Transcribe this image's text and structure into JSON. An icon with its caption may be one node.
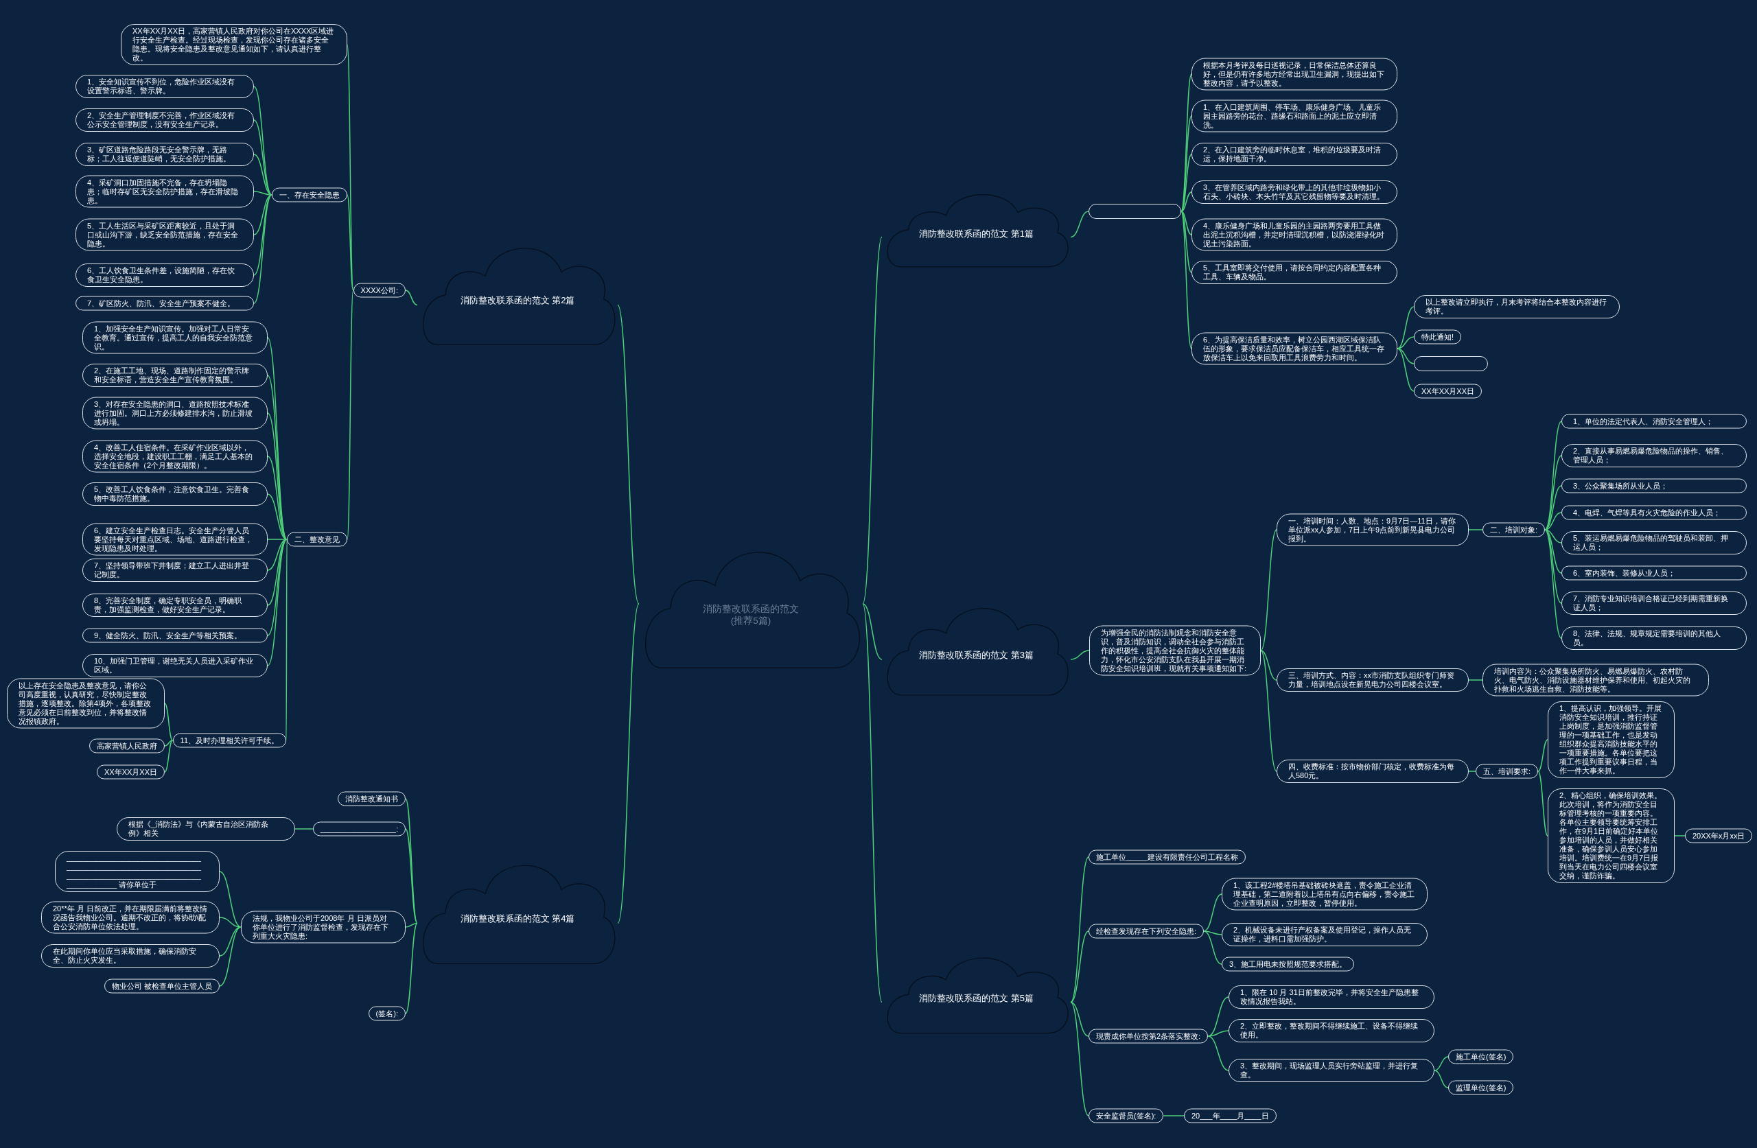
{
  "diagram": {
    "nodes": [
      {
        "text": [
          "消防整改联系函的范文(推荐5篇)"
        ]
      },
      {
        "text": [
          "消防整改联系函的范文 第1篇"
        ]
      },
      {
        "text": [],
        "shape": "box"
      },
      {
        "text": [
          "根据本月考评及每日巡视记录，日常保洁总体还算良好，但是仍有许多地方经常出现卫生漏洞，现提出如下整改内容，请予以整改。"
        ]
      },
      {
        "text": [
          "1、在入口建筑周围、停车场、康乐健身广场、儿童乐园主园路旁的花台、路缘石和路面上的泥土应立即清洗。"
        ]
      },
      {
        "text": [
          "2、在入口建筑旁的临时休息室，堆积的垃圾要及时清运，保持地面干净。"
        ]
      },
      {
        "text": [
          "3、在管养区域内路旁和绿化带上的其他非垃圾物如小石头、小砖块、木头竹竿及其它残留物等要及时清理。"
        ]
      },
      {
        "text": [
          "4、康乐健身广场和儿童乐园的主园路两旁要用工具做出泥土沉积沟槽，并定时清理沉积槽，以防浇灌绿化时泥土污染路面。"
        ]
      },
      {
        "text": [
          "5、工具室即将交付使用，请按合同约定内容配置各种工具、车辆及物品。"
        ]
      },
      {
        "text": [
          "6、为提高保洁质量和效率，树立公园西湖区域保洁队伍的形象，要求保洁员应配备保洁车，相应工具统一存放保洁车上以免来回取用工具浪费劳力和时间。"
        ]
      },
      {
        "text": [
          "以上整改请立即执行，月末考评将结合本整改内容进行考评。"
        ]
      },
      {
        "text": [
          "特此通知!"
        ]
      },
      {
        "text": [],
        "shape": "box"
      },
      {
        "text": [
          "XX年XX月XX日"
        ]
      },
      {
        "text": [
          "消防整改联系函的范文 第2篇"
        ]
      },
      {
        "text": [
          "XXXX公司:"
        ]
      },
      {
        "text": [
          "XX年XX月XX日，高家营镇人民政府对你公司在XXXX区域进行安全生产检查。经过现场检查，发现你公司存在诸多安全隐患。现将安全隐患及整改意见通知如下，请认真进行整改。"
        ]
      },
      {
        "text": [
          "一、存在安全隐患"
        ]
      },
      {
        "text": [
          "1、安全知识宣传不到位，危险作业区域没有设置警示标语、警示牌。"
        ]
      },
      {
        "text": [
          "2、安全生产管理制度不完善，作业区域没有公示安全管理制度，没有安全生产记录。"
        ]
      },
      {
        "text": [
          "3、矿区道路危险路段无安全警示牌，无路标；工人往返便道陡峭，无安全防护措施。"
        ]
      },
      {
        "text": [
          "4、采矿洞口加固措施不完备，存在坍塌隐患；临时存矿区无安全防护措施，存在滑坡隐患。"
        ]
      },
      {
        "text": [
          "5、工人生活区与采矿区距离较近，且处于洞口或山沟下游，缺乏安全防范措施，存在安全隐患。"
        ]
      },
      {
        "text": [
          "6、工人饮食卫生条件差，设施简陋，存在饮食卫生安全隐患。"
        ]
      },
      {
        "text": [
          "7、矿区防火、防汛、安全生产预案不健全。"
        ]
      },
      {
        "text": [
          "二、整改意见"
        ]
      },
      {
        "text": [
          "1、加强安全生产知识宣传。加强对工人日常安全教育。通过宣传，提高工人的自我安全防范意识。"
        ]
      },
      {
        "text": [
          "2、在施工工地、现场、道路制作固定的警示牌和安全标语，营造安全生产宣传教育氛围。"
        ]
      },
      {
        "text": [
          "3、对存在安全隐患的洞口、道路按照技术标准进行加固。洞口上方必须修建排水沟，防止滑坡或坍塌。"
        ]
      },
      {
        "text": [
          "4、改善工人住宿条件。在采矿作业区域以外，选择安全地段，建设职工工棚，满足工人基本的安全住宿条件（2个月整改期限）。"
        ]
      },
      {
        "text": [
          "5、改善工人饮食条件，注意饮食卫生。完善食物中毒防范措施。"
        ]
      },
      {
        "text": [
          "6、建立安全生产检查日志。安全生产分管人员要坚持每天对重点区域、场地、道路进行检查，发现隐患及时处理。"
        ]
      },
      {
        "text": [
          "7、坚持领导带班下井制度；建立工人进出井登记制度。"
        ]
      },
      {
        "text": [
          "8、完善安全制度，确定专职安全员，明确职责，加强监测检查，做好安全生产记录。"
        ]
      },
      {
        "text": [
          "9、健全防火、防汛、安全生产等相关预案。"
        ]
      },
      {
        "text": [
          "10、加强门卫管理，谢绝无关人员进入采矿作业区域。"
        ]
      },
      {
        "text": [
          "11、及时办理相关许可手续。"
        ]
      },
      {
        "text": [
          "以上存在安全隐患及整改意见，请你公司高度重视，认真研究，尽快制定整改措施，逐项整改。除第4项外，各项整改意见必须在日前整改到位，并将整改情况报镇政府。"
        ]
      },
      {
        "text": [
          "高家营镇人民政府"
        ]
      },
      {
        "text": [
          "XX年XX月XX日"
        ]
      },
      {
        "text": [
          "消防整改联系函的范文 第3篇"
        ]
      },
      {
        "text": [
          "为增强全民的消防法制观念和消防安全意识，普及消防知识，调动全社会参与消防工作的积极性，提高全社会抗御火灾的整体能力，怀化市公安消防支队在我县开展一期消防安全知识培训班，现就有关事项通知如下:"
        ]
      },
      {
        "text": [
          "一、培训时间：人数、地点：9月7日—11日，请你单位派xx人参加，7日上午9点前到新晃县电力公司报到。"
        ]
      },
      {
        "text": [
          "二、培训对象:"
        ]
      },
      {
        "text": [
          "1、单位的法定代表人、消防安全管理人；"
        ]
      },
      {
        "text": [
          "2、直接从事易燃易爆危险物品的操作、销售、管理人员；"
        ]
      },
      {
        "text": [
          "3、公众聚集场所从业人员；"
        ]
      },
      {
        "text": [
          "4、电焊、气焊等具有火灾危险的作业人员；"
        ]
      },
      {
        "text": [
          "5、装运易燃易爆危险物品的驾驶员和装卸、押运人员；"
        ]
      },
      {
        "text": [
          "6、室内装饰、装修从业人员；"
        ]
      },
      {
        "text": [
          "7、消防专业知识培训合格证已经到期需重新换证人员；"
        ]
      },
      {
        "text": [
          "8、法律、法规、规章规定需要培训的其他人员。"
        ]
      },
      {
        "text": [
          "三、培训方式、内容：xx市消防支队组织专门师资力量，培训地点设在新晃电力公司四楼会议室。"
        ]
      },
      {
        "text": [
          "培训内容为：公众聚集场所防火、易燃易爆防火、农村防火、电气防火、消防设施器材维护保养和使用、初起火灾的扑救和火场逃生自救、消防技能等。"
        ]
      },
      {
        "text": [
          "四、收费标准：按市物价部门核定，收费标准为每人580元。"
        ]
      },
      {
        "text": [
          "五、培训要求:"
        ]
      },
      {
        "text": [
          "1、提高认识，加强领导。开展消防安全知识培训，推行持证上岗制度，是加强消防监督管理的一项基础工作，也是发动组织群众提高消防技能水平的一项重要措施。各单位要把这项工作提到重要议事日程，当作一件大事来抓。"
        ]
      },
      {
        "text": [
          "2、精心组织，确保培训效果。此次培训，将作为消防安全目标管理考核的一项重要内容。各单位主要领导要统筹安排工作，在9月1日前确定好本单位参加培训的人员，并做好相关准备，确保参训人员安心参加培训。培训费统一在9月7日报到当天在电力公司四楼会议室交纳，谨防诈骗。"
        ]
      },
      {
        "text": [
          "20XX年x月xx日"
        ]
      },
      {
        "text": [
          "消防整改联系函的范文 第4篇"
        ]
      },
      {
        "text": [
          "消防整改通知书"
        ]
      },
      {
        "text": [
          "__________________:"
        ]
      },
      {
        "text": [
          "根据《_消防法》与《内蒙古自治区消防条例》相关"
        ]
      },
      {
        "text": [
          "法规，我物业公司于2008年 月 日派员对你单位进行了消防监督检查，发现存在下列重大火灾隐患:"
        ]
      },
      {
        "text": [
          "________________________________ ________________________________ ________________________________ ____________ 请你单位于"
        ]
      },
      {
        "text": [
          "20**年 月 日前改正，并在期限届满前将整改情况函告我物业公司。逾期不改正的，将协助\\配合公安消防单位依法处理。"
        ]
      },
      {
        "text": [
          "在此期间你单位应当采取措施，确保消防安全、防止火灾发生。"
        ]
      },
      {
        "text": [
          "物业公司 被检查单位主管人员"
        ]
      },
      {
        "text": [
          "(签名):"
        ]
      },
      {
        "text": [
          "消防整改联系函的范文 第5篇"
        ]
      },
      {
        "text": [
          "施工单位_____建设有限责任公司工程名称"
        ]
      },
      {
        "text": [
          "经检查发现存在下列安全隐患:"
        ]
      },
      {
        "text": [
          "1、该工程2#楼塔吊基础被砖块遮盖，责令施工企业清理基础，第二道附着以上塔吊有点向右偏移，责令施工企业查明原因，立即整改，暂停使用。"
        ]
      },
      {
        "text": [
          "2、机械设备未进行产权备案及使用登记，操作人员无证操作，进料口需加强防护。"
        ]
      },
      {
        "text": [
          "3、施工用电未按照规范要求搭配。"
        ]
      },
      {
        "text": [
          "现责成你单位按第2条落实整改:"
        ]
      },
      {
        "text": [
          "1、限在 10 月 31日前整改完毕，并将安全生产隐患整改情况报告我站。"
        ]
      },
      {
        "text": [
          "2、立即整改，整改期间不得继续施工、设备不得继续使用。"
        ]
      },
      {
        "text": [
          "3、整改期间，现场监理人员实行旁站监理，并进行复查。"
        ]
      },
      {
        "text": [
          "施工单位(签名)"
        ]
      },
      {
        "text": [
          "监理单位(签名)"
        ]
      },
      {
        "text": [
          "安全监督员(签名):"
        ]
      },
      {
        "text": [
          "20___年____月____日"
        ]
      }
    ],
    "edges": [
      {
        "from": 0,
        "to": 1,
        "arrow": "none"
      },
      {
        "from": 0,
        "to": 14,
        "arrow": "none"
      },
      {
        "from": 0,
        "to": 40,
        "arrow": "none"
      },
      {
        "from": 0,
        "to": 59,
        "arrow": "none"
      },
      {
        "from": 0,
        "to": 69,
        "arrow": "none"
      },
      {
        "from": 1,
        "to": 2,
        "arrow": "none"
      },
      {
        "from": 2,
        "to": 3,
        "arrow": "none"
      },
      {
        "from": 2,
        "to": 4,
        "arrow": "none"
      },
      {
        "from": 2,
        "to": 5,
        "arrow": "none"
      },
      {
        "from": 2,
        "to": 6,
        "arrow": "none"
      },
      {
        "from": 2,
        "to": 7,
        "arrow": "none"
      },
      {
        "from": 2,
        "to": 8,
        "arrow": "none"
      },
      {
        "from": 2,
        "to": 9,
        "arrow": "none"
      },
      {
        "from": 9,
        "to": 10,
        "arrow": "none"
      },
      {
        "from": 9,
        "to": 11,
        "arrow": "none"
      },
      {
        "from": 9,
        "to": 12,
        "arrow": "none"
      },
      {
        "from": 9,
        "to": 13,
        "arrow": "none"
      },
      {
        "from": 14,
        "to": 15,
        "arrow": "none"
      },
      {
        "from": 15,
        "to": 16,
        "arrow": "none"
      },
      {
        "from": 15,
        "to": 17,
        "arrow": "none"
      },
      {
        "from": 15,
        "to": 25,
        "arrow": "none"
      },
      {
        "from": 17,
        "to": 18,
        "arrow": "none"
      },
      {
        "from": 17,
        "to": 19,
        "arrow": "none"
      },
      {
        "from": 17,
        "to": 20,
        "arrow": "none"
      },
      {
        "from": 17,
        "to": 21,
        "arrow": "none"
      },
      {
        "from": 17,
        "to": 22,
        "arrow": "none"
      },
      {
        "from": 17,
        "to": 23,
        "arrow": "none"
      },
      {
        "from": 17,
        "to": 24,
        "arrow": "none"
      },
      {
        "from": 25,
        "to": 26,
        "arrow": "none"
      },
      {
        "from": 25,
        "to": 27,
        "arrow": "none"
      },
      {
        "from": 25,
        "to": 28,
        "arrow": "none"
      },
      {
        "from": 25,
        "to": 29,
        "arrow": "none"
      },
      {
        "from": 25,
        "to": 30,
        "arrow": "none"
      },
      {
        "from": 25,
        "to": 31,
        "arrow": "none"
      },
      {
        "from": 25,
        "to": 32,
        "arrow": "none"
      },
      {
        "from": 25,
        "to": 33,
        "arrow": "none"
      },
      {
        "from": 25,
        "to": 34,
        "arrow": "none"
      },
      {
        "from": 25,
        "to": 35,
        "arrow": "none"
      },
      {
        "from": 25,
        "to": 36,
        "arrow": "none"
      },
      {
        "from": 36,
        "to": 37,
        "arrow": "none"
      },
      {
        "from": 36,
        "to": 38,
        "arrow": "none"
      },
      {
        "from": 36,
        "to": 39,
        "arrow": "none"
      },
      {
        "from": 40,
        "to": 41,
        "arrow": "none"
      },
      {
        "from": 41,
        "to": 42,
        "arrow": "none"
      },
      {
        "from": 41,
        "to": 52,
        "arrow": "none"
      },
      {
        "from": 41,
        "to": 54,
        "arrow": "none"
      },
      {
        "from": 42,
        "to": 43,
        "arrow": "none"
      },
      {
        "from": 43,
        "to": 44,
        "arrow": "none"
      },
      {
        "from": 43,
        "to": 45,
        "arrow": "none"
      },
      {
        "from": 43,
        "to": 46,
        "arrow": "none"
      },
      {
        "from": 43,
        "to": 47,
        "arrow": "none"
      },
      {
        "from": 43,
        "to": 48,
        "arrow": "none"
      },
      {
        "from": 43,
        "to": 49,
        "arrow": "none"
      },
      {
        "from": 43,
        "to": 50,
        "arrow": "none"
      },
      {
        "from": 43,
        "to": 51,
        "arrow": "none"
      },
      {
        "from": 52,
        "to": 53,
        "arrow": "none"
      },
      {
        "from": 54,
        "to": 55,
        "arrow": "none"
      },
      {
        "from": 55,
        "to": 56,
        "arrow": "none"
      },
      {
        "from": 55,
        "to": 57,
        "arrow": "none"
      },
      {
        "from": 57,
        "to": 58,
        "arrow": "none"
      },
      {
        "from": 59,
        "to": 60,
        "arrow": "none"
      },
      {
        "from": 59,
        "to": 61,
        "arrow": "none"
      },
      {
        "from": 59,
        "to": 63,
        "arrow": "none"
      },
      {
        "from": 59,
        "to": 68,
        "arrow": "none"
      },
      {
        "from": 61,
        "to": 62,
        "arrow": "none"
      },
      {
        "from": 63,
        "to": 64,
        "arrow": "none"
      },
      {
        "from": 63,
        "to": 65,
        "arrow": "none"
      },
      {
        "from": 63,
        "to": 66,
        "arrow": "none"
      },
      {
        "from": 63,
        "to": 67,
        "arrow": "none"
      },
      {
        "from": 69,
        "to": 70,
        "arrow": "none"
      },
      {
        "from": 69,
        "to": 71,
        "arrow": "none"
      },
      {
        "from": 69,
        "to": 75,
        "arrow": "none"
      },
      {
        "from": 69,
        "to": 81,
        "arrow": "none"
      },
      {
        "from": 71,
        "to": 72,
        "arrow": "none"
      },
      {
        "from": 71,
        "to": 73,
        "arrow": "none"
      },
      {
        "from": 71,
        "to": 74,
        "arrow": "none"
      },
      {
        "from": 75,
        "to": 76,
        "arrow": "none"
      },
      {
        "from": 75,
        "to": 77,
        "arrow": "none"
      },
      {
        "from": 75,
        "to": 78,
        "arrow": "none"
      },
      {
        "from": 78,
        "to": 79,
        "arrow": "none"
      },
      {
        "from": 78,
        "to": 80,
        "arrow": "none"
      },
      {
        "from": 81,
        "to": 82,
        "arrow": "none"
      }
    ]
  }
}
